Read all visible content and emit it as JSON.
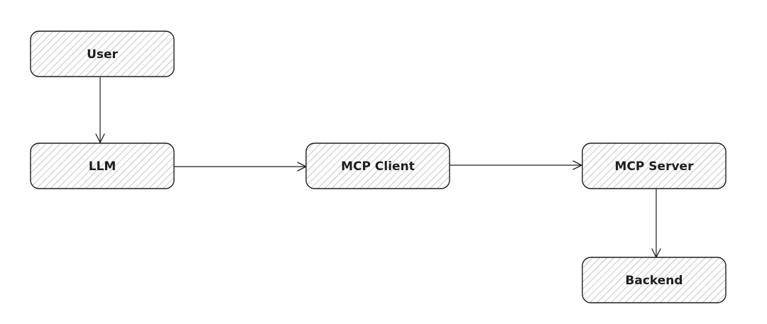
{
  "diagram": {
    "nodes": [
      {
        "id": "user",
        "label": "User"
      },
      {
        "id": "llm",
        "label": "LLM"
      },
      {
        "id": "mcp_client",
        "label": "MCP Client"
      },
      {
        "id": "mcp_server",
        "label": "MCP Server"
      },
      {
        "id": "backend",
        "label": "Backend"
      }
    ],
    "edges": [
      {
        "from": "user",
        "to": "llm"
      },
      {
        "from": "llm",
        "to": "mcp_client"
      },
      {
        "from": "mcp_client",
        "to": "mcp_server"
      },
      {
        "from": "mcp_server",
        "to": "backend"
      }
    ],
    "colors": {
      "stroke": "#1e1e1e",
      "hatch": "#9a9a9a",
      "fill": "#ffffff"
    }
  }
}
